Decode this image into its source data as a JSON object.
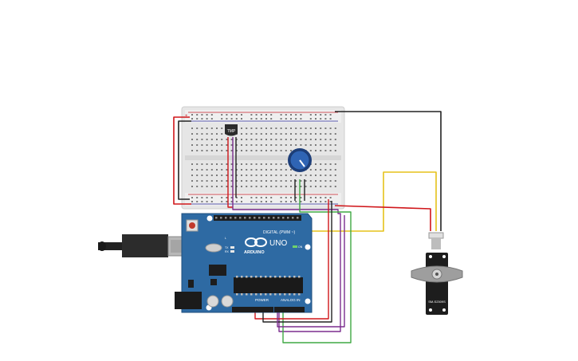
{
  "breadboard": {
    "top_rail_label": "+",
    "bottom_rail_label": "-"
  },
  "sensor": {
    "label": "TMP"
  },
  "arduino": {
    "brand": "ARDUINO",
    "model": "UNO",
    "digital_label": "DIGITAL (PWM ~)",
    "power_label": "POWER",
    "analog_label": "ANALOG IN",
    "on_label": "ON",
    "tx_label": "TX",
    "rx_label": "RX",
    "l_label": "L"
  },
  "servo": {
    "label": "SM-S2309S"
  },
  "colors": {
    "wire_red": "#d0161a",
    "wire_black": "#222222",
    "wire_yellow": "#e5c21a",
    "wire_green": "#3ea843",
    "wire_purple": "#7b2d8e",
    "arduino_blue": "#2e6aa3",
    "breadboard": "#e9e9e9"
  }
}
